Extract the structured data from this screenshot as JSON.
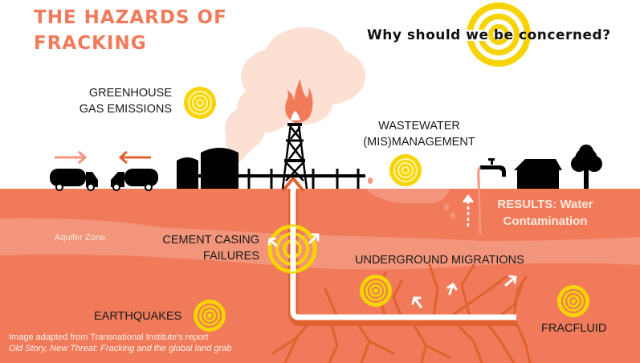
{
  "infographic": {
    "title_line1": "THE HAZARDS OF",
    "title_line2": "FRACKING",
    "subtitle": "Why should we be concerned?",
    "colors": {
      "title": "#f07a5a",
      "ground": "#f07a5a",
      "aquifer_band": "#f3957a",
      "crack": "#e0622e",
      "smoke": "#fbe0d3",
      "flame": "#f07a5a",
      "hazard_ring": "#f7d400",
      "silhouette": "#000000",
      "pipe": "#ffffff"
    },
    "labels": {
      "greenhouse_line1": "GREENHOUSE",
      "greenhouse_line2": "GAS EMISSIONS",
      "wastewater_line1": "WASTEWATER",
      "wastewater_line2": "(MIS)MANAGEMENT",
      "results_line1": "RESULTS: Water",
      "results_line2": "Contamination",
      "aquifer_zone": "Aquifer Zone",
      "cement_line1": "CEMENT CASING",
      "cement_line2": "FAILURES",
      "underground_migrations": "UNDERGROUND MIGRATIONS",
      "earthquakes": "EARTHQUAKES",
      "fracfluid": "FRACFLUID"
    },
    "credit": {
      "line1": "Image adapted from Transnational Institute's report",
      "line2": "Old Story, New Threat: Fracking and the global land grab"
    },
    "icons": {
      "hazard": "concentric-rings",
      "truck_arrow_right": "arrow-right",
      "truck_arrow_left": "arrow-left",
      "migration_arrow": "arrow-up-diagonal"
    }
  }
}
